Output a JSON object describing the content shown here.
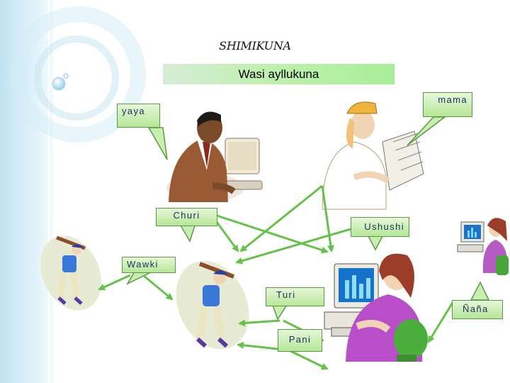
{
  "slide": {
    "title": "SHIMIKUNA",
    "subtitle": "Wasi ayllukuna"
  },
  "labels": {
    "yaya": "yaya",
    "mama": "mama",
    "churi": "Churi",
    "ushushi": "Ushushi",
    "wawki": "Wawki",
    "turi": "Turi",
    "nana": "Ñaña",
    "pani": "Pani"
  },
  "colors": {
    "callout_border": "#5a9a45",
    "callout_fill": "#c8eeb0",
    "arrow": "#66c14a",
    "subtitle_fill": "#b8f0a8",
    "sidebar": "#cfe9f5"
  }
}
